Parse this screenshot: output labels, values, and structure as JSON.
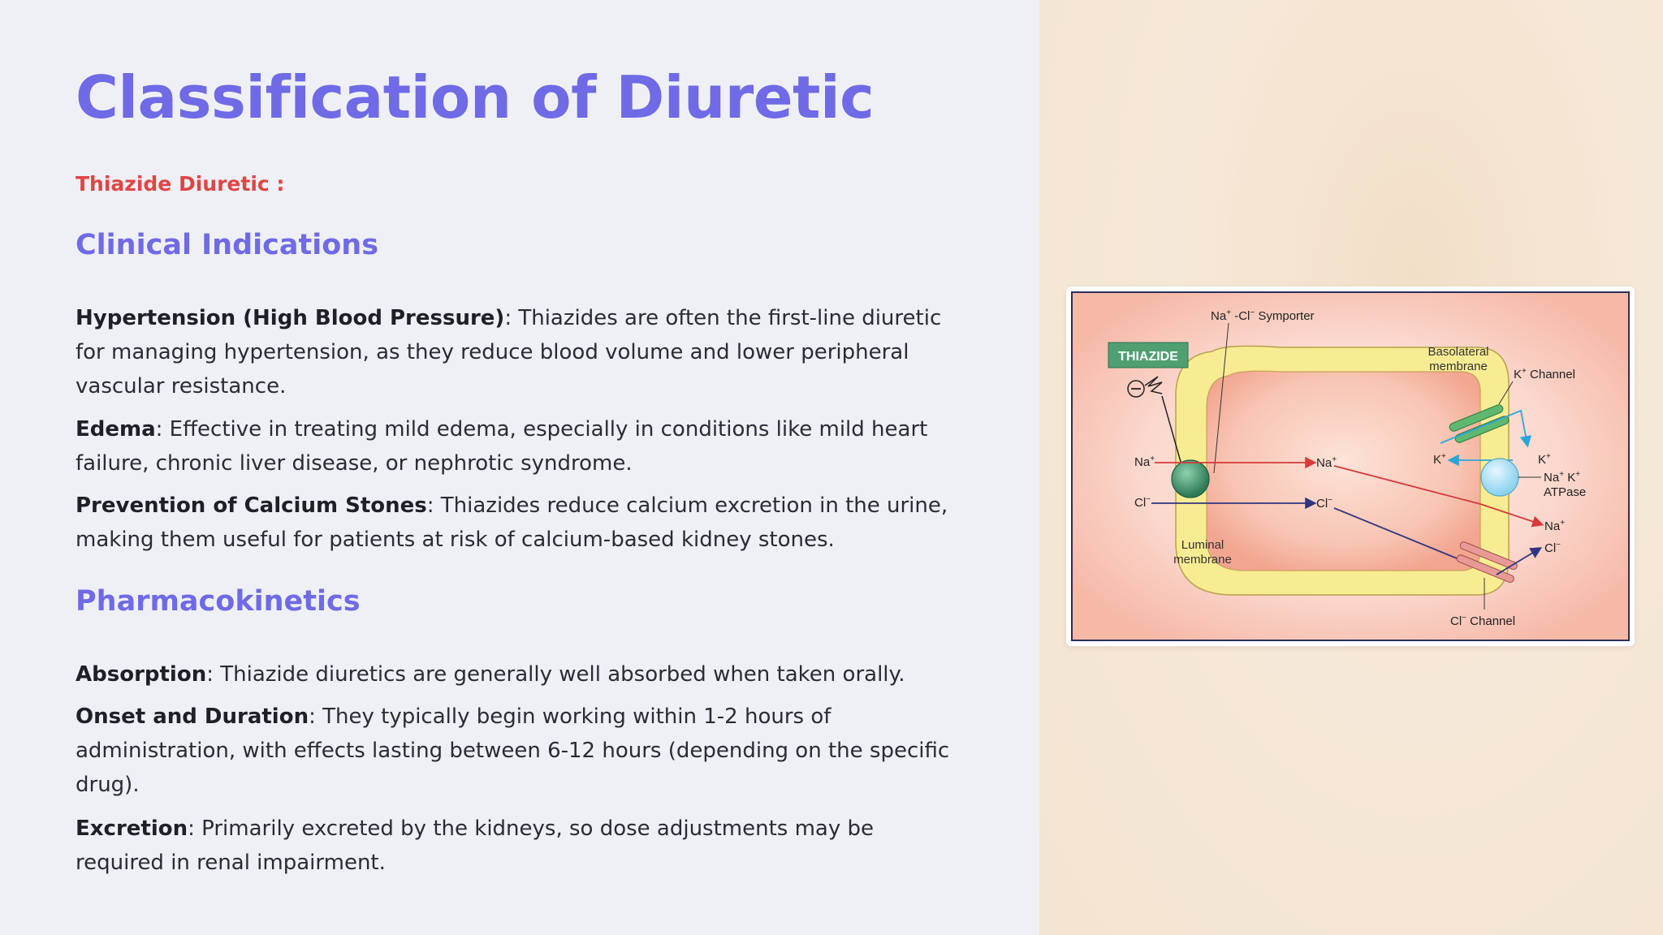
{
  "title": "Classification of Diuretic",
  "subtitle": "Thiazide Diuretic :",
  "sections": [
    {
      "heading": "Clinical Indications",
      "items": [
        {
          "term": "Hypertension (High Blood Pressure)",
          "text": ": Thiazides are often the first-line diuretic for managing hypertension, as they reduce blood volume and lower peripheral vascular resistance."
        },
        {
          "term": "Edema",
          "text": ": Effective in treating mild edema, especially in conditions like mild heart failure, chronic liver disease, or nephrotic syndrome."
        },
        {
          "term": "Prevention of Calcium Stones",
          "text": ": Thiazides reduce calcium excretion in the urine, making them useful for patients at risk of calcium-based kidney stones."
        }
      ]
    },
    {
      "heading": "Pharmacokinetics",
      "items": [
        {
          "term": "Absorption",
          "text": ": Thiazide diuretics are generally well absorbed when taken orally."
        },
        {
          "term": "Onset and Duration",
          "text": ": They typically begin working within 1-2 hours of administration, with effects lasting between 6-12 hours (depending on the specific drug)."
        },
        {
          "term": "Excretion",
          "text": ": Primarily excreted by the kidneys, so dose adjustments may be required in renal impairment."
        }
      ]
    }
  ],
  "diagram": {
    "symporter_label": "Na",
    "symporter_label_tail": " -Cl",
    "symporter_label_end": " Symporter",
    "drug_label": "THIAZIDE",
    "basolateral_line1": "Basolateral",
    "basolateral_line2": "membrane",
    "k_channel": "K",
    "k_channel_tail": " Channel",
    "na_left": "Na",
    "na_mid": "Na",
    "cl_left": "Cl",
    "cl_mid": "Cl",
    "k_left": "K",
    "k_right": "K",
    "atpase_line1": "Na",
    "atpase_k": "K",
    "atpase_line2": "ATPase",
    "na_out": "Na",
    "cl_out": "Cl",
    "luminal_line1": "Luminal",
    "luminal_line2": "membrane",
    "cl_channel": "Cl",
    "cl_channel_tail": " Channel",
    "colors": {
      "title": "#6f6ae6",
      "subtitle": "#e04545",
      "sodium_arrow": "#d63a3a",
      "chloride_arrow": "#2f3580",
      "potassium_arrow": "#2aa7d8",
      "membrane": "#f7ea8a",
      "cell": "#f6b5a3",
      "drug_badge": "#4f9f73"
    }
  }
}
